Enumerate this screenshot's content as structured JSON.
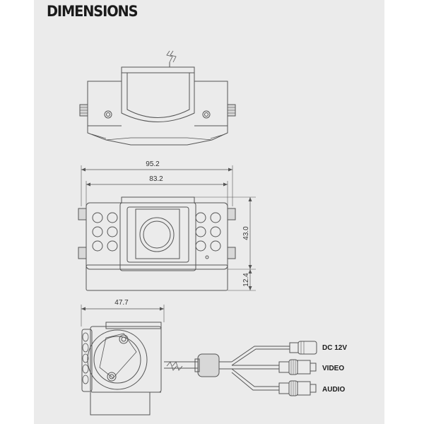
{
  "heading": "DIMENSIONS",
  "dimensions": {
    "overall_width": "95.2",
    "inner_width": "83.2",
    "height": "43.0",
    "base_height": "12.4",
    "depth": "47.7"
  },
  "connectors": {
    "dc": "DC 12V",
    "video": "VIDEO",
    "audio": "AUDIO"
  },
  "colors": {
    "background": "#ebebeb",
    "line": "#555555"
  }
}
